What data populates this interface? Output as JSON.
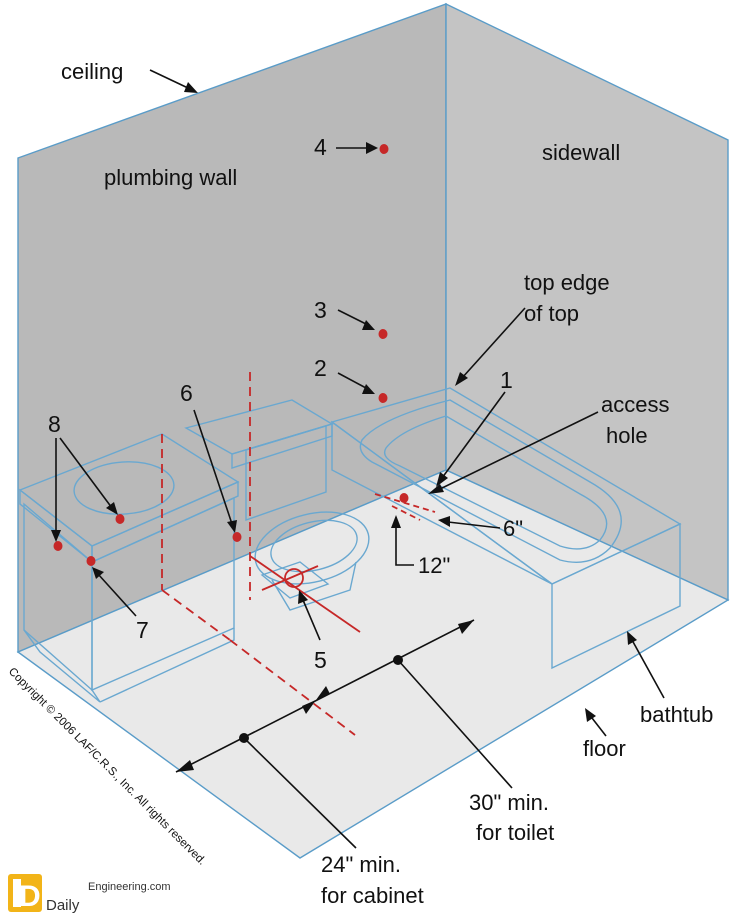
{
  "labels": {
    "ceiling": "ceiling",
    "plumbing_wall": "plumbing wall",
    "sidewall": "sidewall",
    "top_edge_line1": "top edge",
    "top_edge_line2": "of top",
    "access_line1": "access",
    "access_line2": "hole",
    "bathtub": "bathtub",
    "floor": "floor",
    "toilet_min_line1": "30\" min.",
    "toilet_min_line2": "for toilet",
    "cabinet_min_line1": "24\" min.",
    "cabinet_min_line2": "for cabinet",
    "dim_6in": "6\"",
    "dim_12in": "12\""
  },
  "markers": {
    "m1": "1",
    "m2": "2",
    "m3": "3",
    "m4": "4",
    "m5": "5",
    "m6": "6",
    "m7": "7",
    "m8": "8"
  },
  "copyright": "Copyright © 2006 LAF/C.R.S., Inc. All rights reserved.",
  "brand": {
    "logo_letter": "D",
    "name": "Daily",
    "site": "Engineering.com"
  },
  "colors": {
    "wall": "#b9b9b9",
    "floor": "#e9e9e9",
    "sidewall": "#c4c4c4",
    "fixture_outline": "#6aa8d0",
    "supply_point": "#c62828",
    "brand_accent": "#f2b418"
  }
}
